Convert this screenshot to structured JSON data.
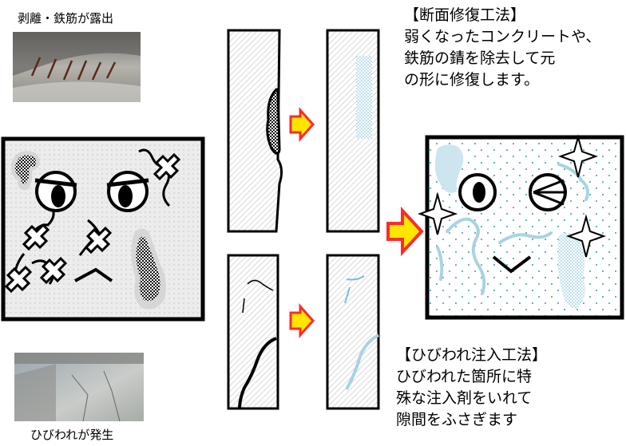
{
  "labels": {
    "exposed": "剥離・鉄筋が露出",
    "cracks": "ひびわれが発生"
  },
  "methods": {
    "section_repair": {
      "title": "【断面修復工法】",
      "lines": [
        "弱くなったコンクリートや、",
        "鉄筋の錆を除去して元",
        "の形に修復します。"
      ]
    },
    "crack_injection": {
      "title": "【ひびわれ注入工法】",
      "lines": [
        "ひびわれた箇所に特",
        "殊な注入剤をいれて",
        "隙間をふさぎます"
      ]
    }
  },
  "colors": {
    "arrow_fill": "#ff2a2a",
    "arrow_inner": "#ffe600",
    "repair_blue": "#b8dde8",
    "crack_line": "#7fbcd2",
    "dot": "#2aa0b0"
  },
  "icons": [
    "sparkle-icon",
    "arrow-right-icon"
  ]
}
